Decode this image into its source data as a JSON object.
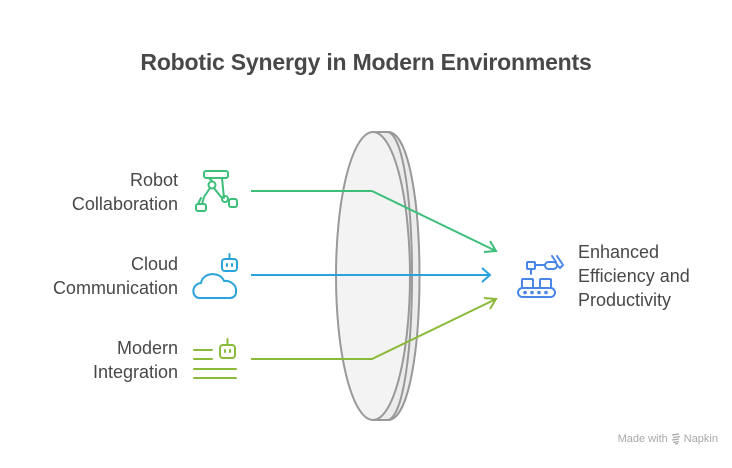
{
  "title": "Robotic Synergy in Modern Environments",
  "inputs": [
    {
      "line1": "Robot",
      "line2": "Collaboration",
      "icon": "robot-arms-icon",
      "color": "#3dbf7a"
    },
    {
      "line1": "Cloud",
      "line2": "Communication",
      "icon": "cloud-robot-icon",
      "color": "#29a3d9"
    },
    {
      "line1": "Modern",
      "line2": "Integration",
      "icon": "robot-integration-icon",
      "color": "#8aba3a"
    }
  ],
  "output": {
    "line1": "Enhanced",
    "line2": "Efficiency and",
    "line3": "Productivity",
    "icon": "conveyor-robot-icon",
    "color": "#4a86e8"
  },
  "lens": {
    "fill": "#f3f3f3",
    "stroke": "#999999"
  },
  "footer": {
    "prefix": "Made with",
    "brand": "Napkin"
  }
}
